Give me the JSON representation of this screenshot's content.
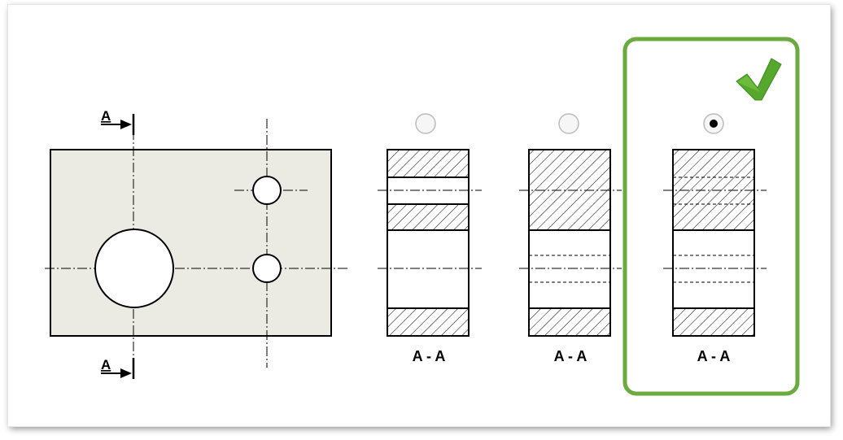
{
  "section_marker": {
    "top_label": "A",
    "bottom_label": "A"
  },
  "options": [
    {
      "caption": "A - A",
      "selected": false,
      "correct": false
    },
    {
      "caption": "A - A",
      "selected": false,
      "correct": false
    },
    {
      "caption": "A - A",
      "selected": true,
      "correct": true
    }
  ],
  "colors": {
    "plate_fill": "#ecebe3",
    "highlight_border": "#6aaa3e",
    "check_mark": "#55a82c",
    "radio_border": "#bbbbbb",
    "line": "#000000"
  },
  "icons": {
    "check": "check-icon"
  }
}
